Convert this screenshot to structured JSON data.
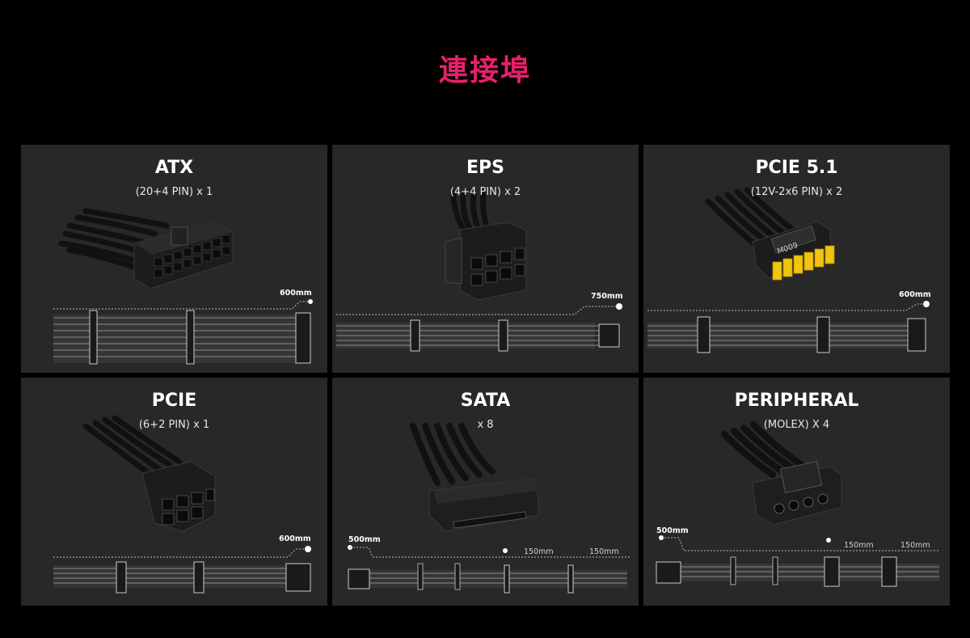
{
  "page": {
    "title": "連接埠"
  },
  "connectors": [
    {
      "name": "ATX",
      "spec": "(20+4 PIN) x 1",
      "lengths": [
        "600mm"
      ]
    },
    {
      "name": "EPS",
      "spec": "(4+4 PIN) x 2",
      "lengths": [
        "750mm"
      ]
    },
    {
      "name": "PCIE 5.1",
      "spec": "(12V-2x6 PIN) x 2",
      "lengths": [
        "600mm"
      ],
      "marking": "M009"
    },
    {
      "name": "PCIE",
      "spec": "(6+2 PIN) x 1",
      "lengths": [
        "600mm"
      ]
    },
    {
      "name": "SATA",
      "spec": "x 8",
      "lengths": [
        "500mm",
        "150mm",
        "150mm"
      ]
    },
    {
      "name": "PERIPHERAL",
      "spec": "(MOLEX) X 4",
      "lengths": [
        "500mm",
        "150mm",
        "150mm"
      ]
    }
  ],
  "colors": {
    "accent": "#e8206b",
    "card_bg": "#282828",
    "page_bg": "#000000",
    "pcie51_pins": "#f1c40f"
  }
}
